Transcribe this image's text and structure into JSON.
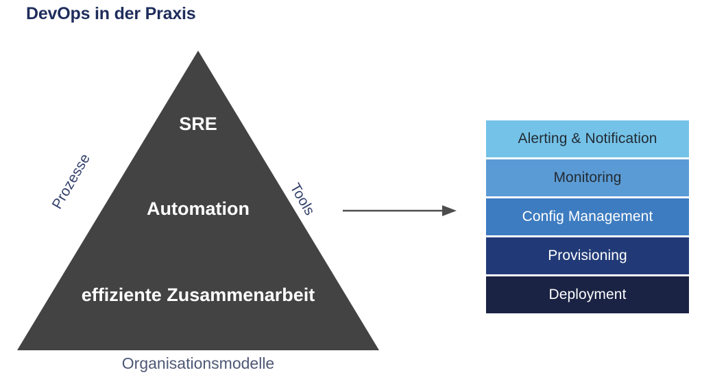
{
  "title": "DevOps in der Praxis",
  "colors": {
    "title": "#1f2d5c",
    "pyramid_fill": "#434343",
    "pyramid_text": "#ffffff",
    "edge_label": "#33406b",
    "caption": "#4d5775",
    "arrow": "#4d4d4d",
    "background": "#ffffff"
  },
  "pyramid": {
    "tiers": [
      {
        "label": "SRE"
      },
      {
        "label": "Automation"
      },
      {
        "label": "effiziente Zusammenarbeit"
      }
    ],
    "edge_labels": {
      "left": "Prozesse",
      "right": "Tools"
    },
    "base_caption": "Organisationsmodelle"
  },
  "arrow": {
    "direction": "right",
    "icon": "arrow-right-icon"
  },
  "stack": {
    "items": [
      {
        "label": "Alerting & Notification",
        "fill": "#74c2e8",
        "text_color": "#222b33"
      },
      {
        "label": "Monitoring",
        "fill": "#5b9bd5",
        "text_color": "#222b33"
      },
      {
        "label": "Config Management",
        "fill": "#3d7cc0",
        "text_color": "#ffffff"
      },
      {
        "label": "Provisioning",
        "fill": "#213a77",
        "text_color": "#ffffff"
      },
      {
        "label": "Deployment",
        "fill": "#1b2344",
        "text_color": "#ffffff"
      }
    ]
  }
}
